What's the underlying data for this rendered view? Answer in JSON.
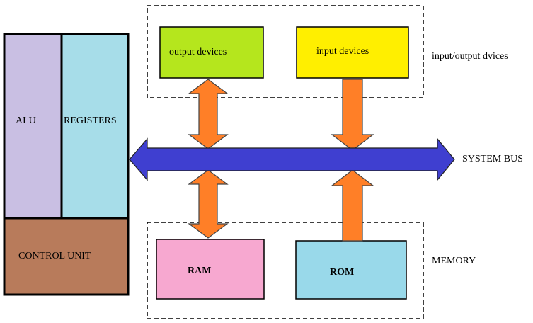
{
  "blocks": {
    "alu": {
      "label": "ALU",
      "color": "#c9bfe3"
    },
    "registers": {
      "label": "REGISTERS",
      "color": "#a7dde9"
    },
    "control_unit": {
      "label": "CONTROL UNIT",
      "color": "#b87b5b"
    },
    "output_devices": {
      "label": "output devices",
      "color": "#b5e61d"
    },
    "input_devices": {
      "label": "input devices",
      "color": "#ffef00"
    },
    "ram": {
      "label": "RAM",
      "color": "#f7a8d0"
    },
    "rom": {
      "label": "ROM",
      "color": "#99d9ea"
    }
  },
  "groups": {
    "io": {
      "label": "input/output dvices"
    },
    "memory": {
      "label": "MEMORY"
    }
  },
  "bus": {
    "label": "SYSTEM BUS",
    "color": "#3f3fd0"
  },
  "arrow_color": "#ff7f27"
}
